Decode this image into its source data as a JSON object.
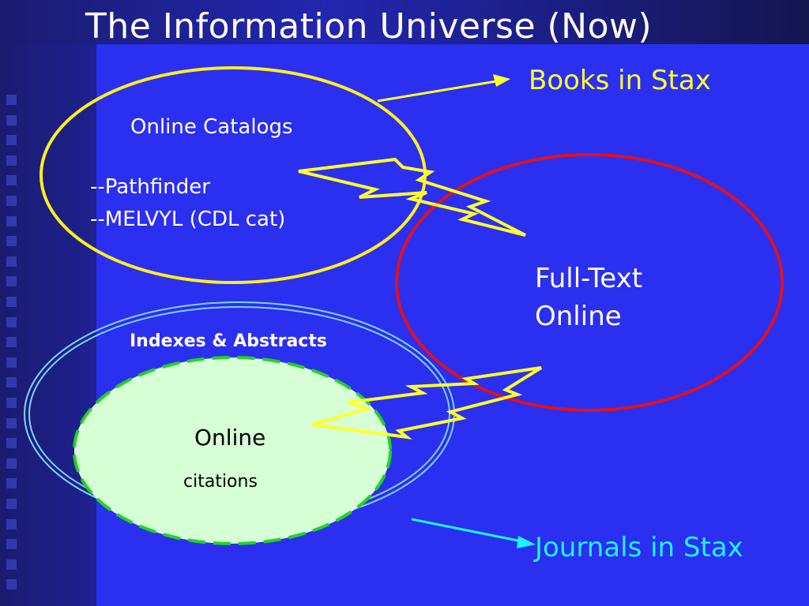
{
  "title": "The Information Universe (Now)",
  "labels": {
    "books_in_stax": "Books in Stax",
    "online_catalogs": "Online Catalogs",
    "pathfinder": "--Pathfinder",
    "melvyl": "--MELVYL (CDL cat)",
    "full_text_line1": "Full-Text",
    "full_text_line2": "Online",
    "indexes_abstracts": "Indexes & Abstracts",
    "online": "Online",
    "citations": "citations",
    "journals_in_stax": "Journals in Stax"
  },
  "colors": {
    "background": "#2b2ff0",
    "catalog_ellipse": "#ffef24",
    "fulltext_ellipse": "#e01020",
    "indexes_ellipse": "#7fd4ff",
    "citations_fill": "#d6ffd6",
    "citations_border": "#22d422",
    "books_arrow": "#ffff30",
    "journals_arrow": "#19f5ff",
    "lightning": "#ffff30"
  }
}
